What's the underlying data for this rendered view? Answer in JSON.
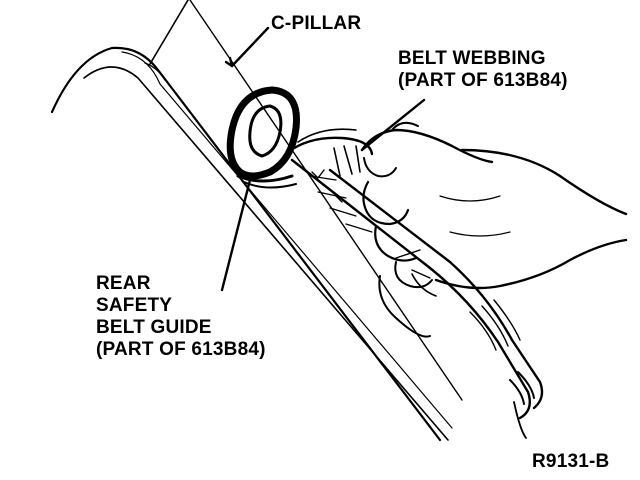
{
  "labels": {
    "c_pillar": "C-PILLAR",
    "belt_webbing": [
      "BELT WEBBING",
      "(PART OF 613B84)"
    ],
    "belt_guide": [
      "REAR",
      "SAFETY",
      "BELT GUIDE",
      "(PART OF 613B84)"
    ]
  },
  "figure_code": "R9131-B",
  "colors": {
    "ink": "#000000",
    "paper": "#ffffff"
  }
}
